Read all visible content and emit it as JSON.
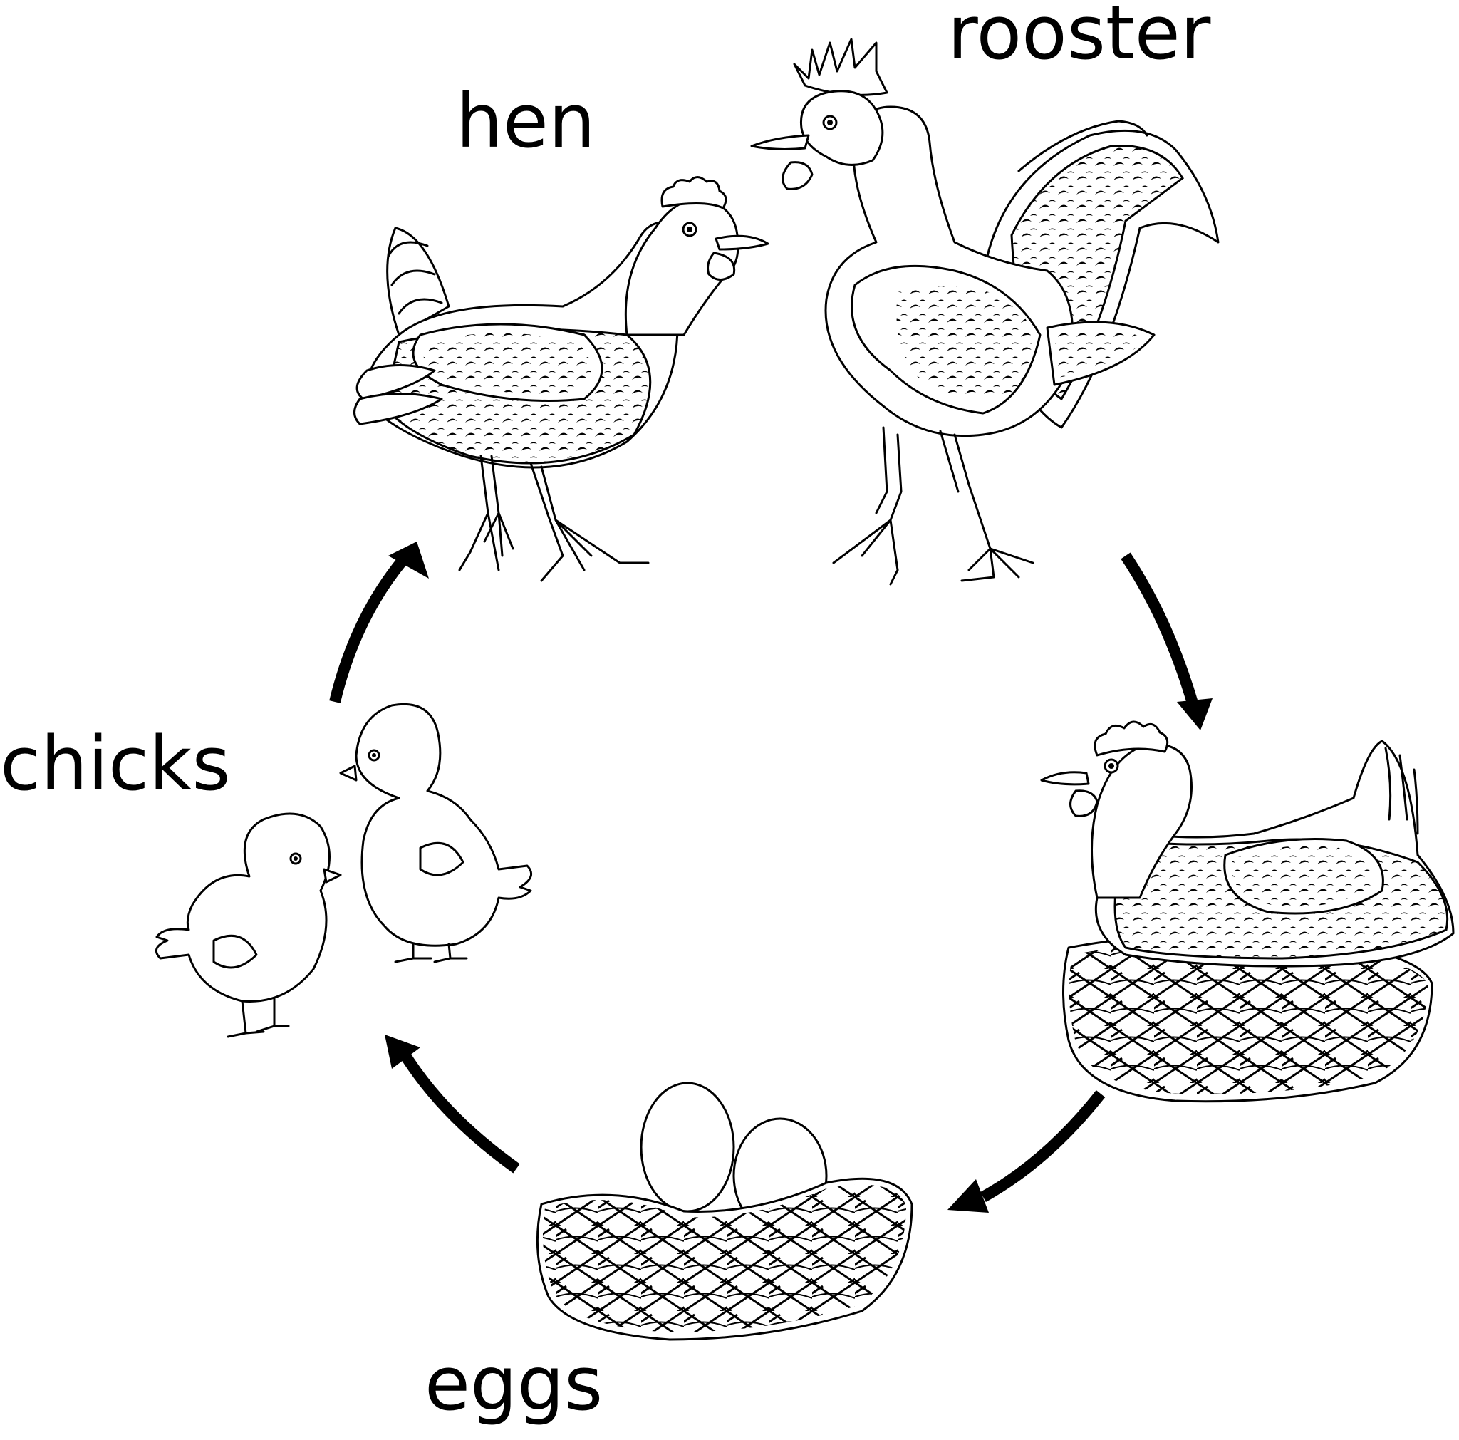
{
  "labels": {
    "rooster": "rooster",
    "hen": "hen",
    "chicks": "chicks",
    "eggs": "eggs"
  },
  "colors": {
    "ink": "#000000",
    "background": "#ffffff"
  },
  "cycle_order": [
    "hen",
    "rooster",
    "brooding hen",
    "eggs",
    "chicks"
  ]
}
